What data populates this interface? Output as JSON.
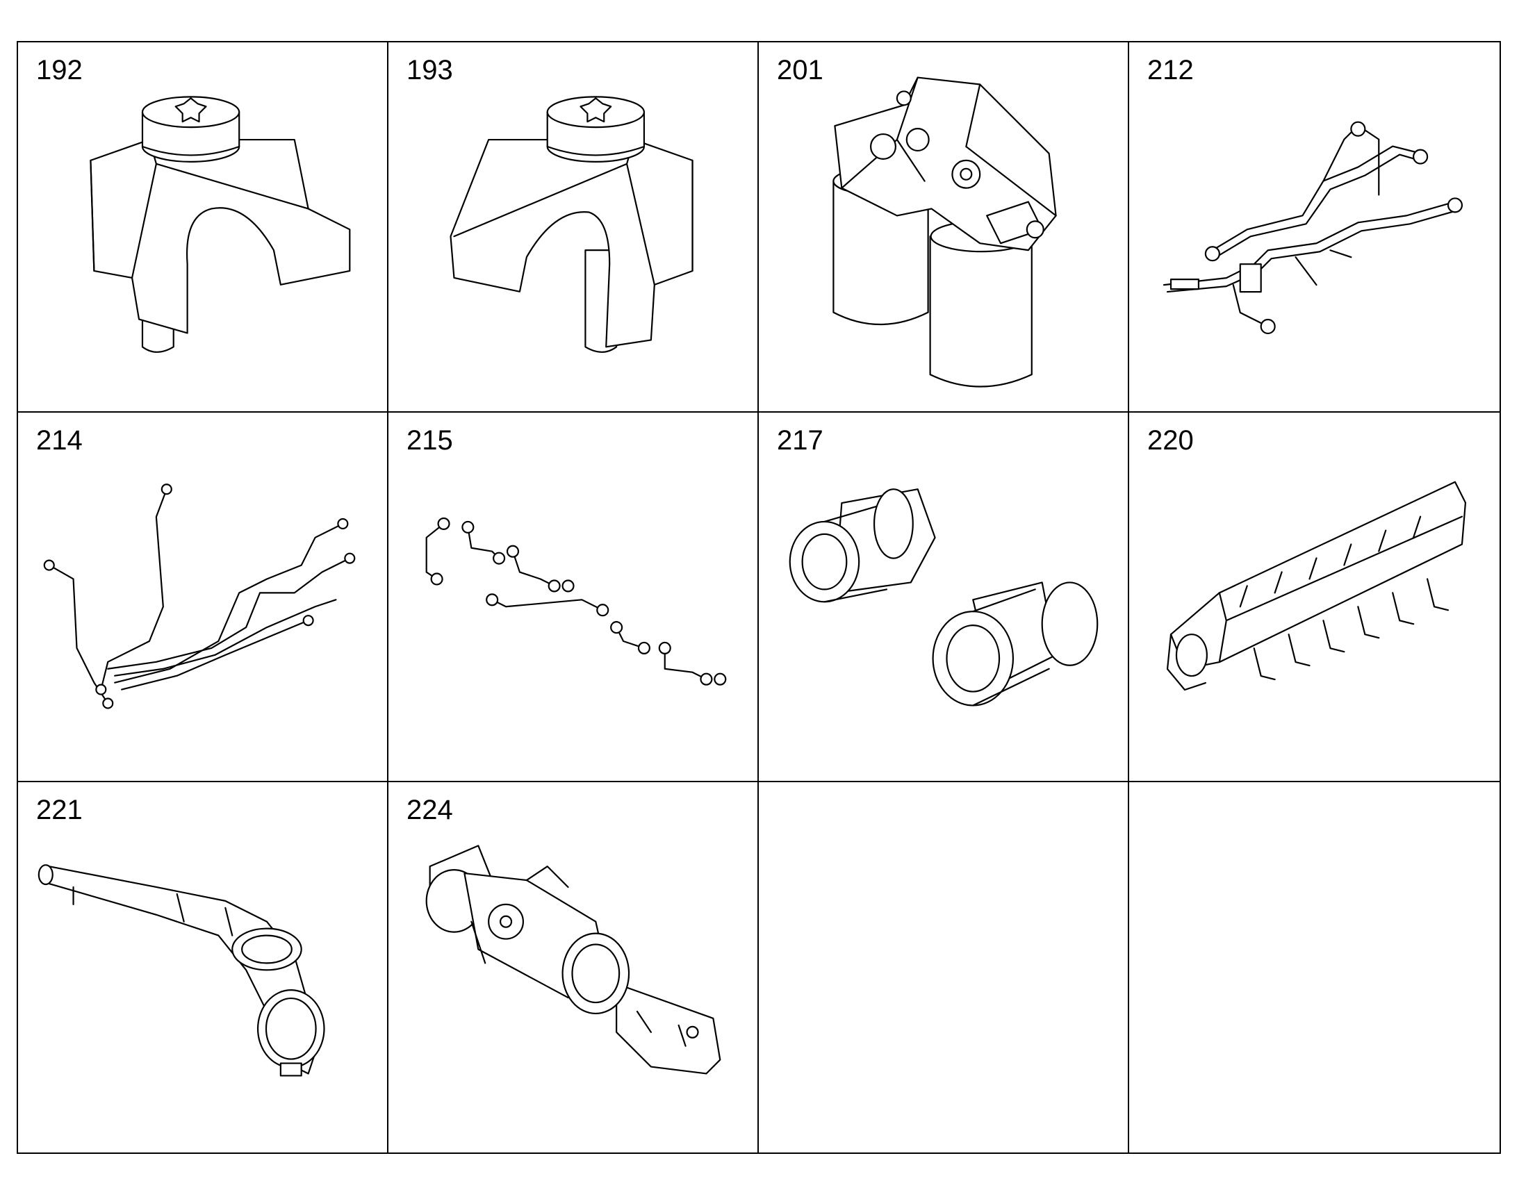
{
  "cells": [
    {
      "number": "192",
      "icon": "fork-bracket-icon"
    },
    {
      "number": "193",
      "icon": "fork-bracket-mirrored-icon"
    },
    {
      "number": "201",
      "icon": "fuel-filter-housing-icon"
    },
    {
      "number": "212",
      "icon": "fuel-line-assembly-icon"
    },
    {
      "number": "214",
      "icon": "injection-lines-icon"
    },
    {
      "number": "215",
      "icon": "injection-pipes-set-icon"
    },
    {
      "number": "217",
      "icon": "threaded-union-icon"
    },
    {
      "number": "220",
      "icon": "intake-manifold-icon"
    },
    {
      "number": "221",
      "icon": "coolant-pipe-icon"
    },
    {
      "number": "224",
      "icon": "turbo-exhaust-assembly-icon"
    },
    {
      "number": "",
      "icon": ""
    },
    {
      "number": "",
      "icon": ""
    }
  ]
}
